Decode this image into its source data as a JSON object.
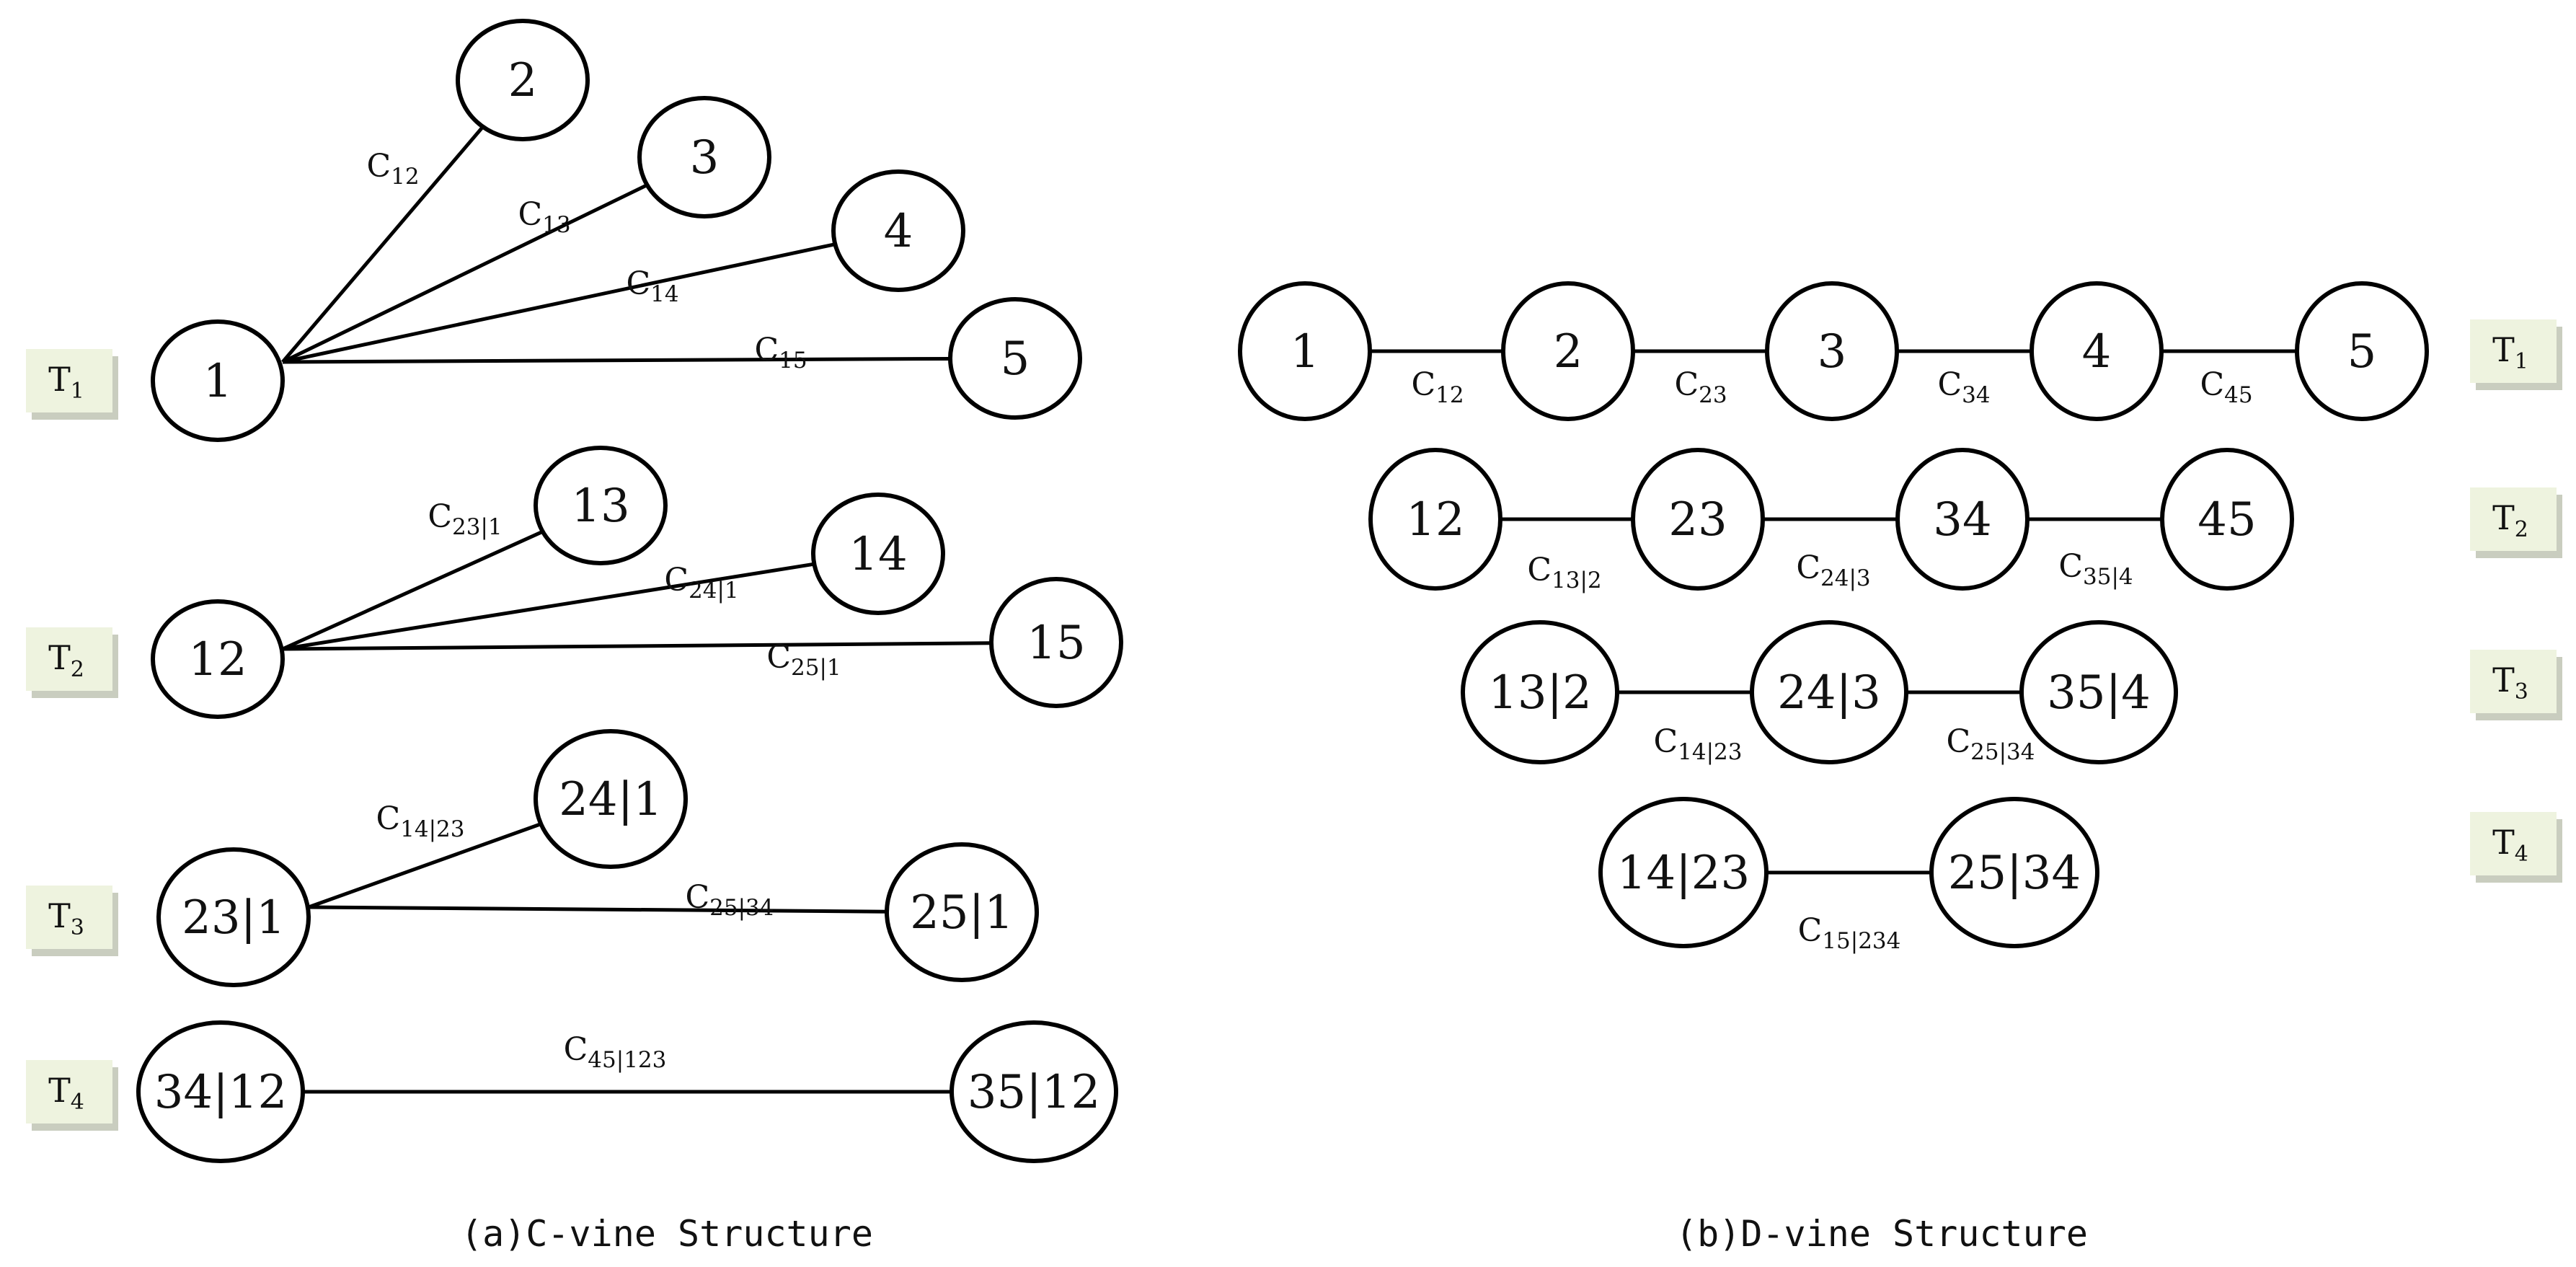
{
  "captions": {
    "c_vine": "(a)C-vine Structure",
    "d_vine": "(b)D-vine Structure"
  },
  "levels": [
    {
      "letter": "T",
      "sub": "1"
    },
    {
      "letter": "T",
      "sub": "2"
    },
    {
      "letter": "T",
      "sub": "3"
    },
    {
      "letter": "T",
      "sub": "4"
    }
  ],
  "c_vine": {
    "nodes": [
      {
        "id": "1",
        "label": "1"
      },
      {
        "id": "2",
        "label": "2"
      },
      {
        "id": "3",
        "label": "3"
      },
      {
        "id": "4",
        "label": "4"
      },
      {
        "id": "5",
        "label": "5"
      },
      {
        "id": "12",
        "label": "12"
      },
      {
        "id": "13",
        "label": "13"
      },
      {
        "id": "14",
        "label": "14"
      },
      {
        "id": "15",
        "label": "15"
      },
      {
        "id": "23g1",
        "label": "23|1"
      },
      {
        "id": "24g1",
        "label": "24|1"
      },
      {
        "id": "25g1",
        "label": "25|1"
      },
      {
        "id": "34g12",
        "label": "34|12"
      },
      {
        "id": "35g12",
        "label": "35|12"
      }
    ],
    "edges": [
      {
        "from": "1",
        "to": "2",
        "label": "C",
        "sub": "12"
      },
      {
        "from": "1",
        "to": "3",
        "label": "C",
        "sub": "13"
      },
      {
        "from": "1",
        "to": "4",
        "label": "C",
        "sub": "14"
      },
      {
        "from": "1",
        "to": "5",
        "label": "C",
        "sub": "15"
      },
      {
        "from": "12",
        "to": "13",
        "label": "C",
        "sub": "23|1"
      },
      {
        "from": "12",
        "to": "14",
        "label": "C",
        "sub": "24|1"
      },
      {
        "from": "12",
        "to": "15",
        "label": "C",
        "sub": "25|1"
      },
      {
        "from": "23g1",
        "to": "24g1",
        "label": "C",
        "sub": "14|23"
      },
      {
        "from": "23g1",
        "to": "25g1",
        "label": "C",
        "sub": "25|34"
      },
      {
        "from": "34g12",
        "to": "35g12",
        "label": "C",
        "sub": "45|123"
      }
    ]
  },
  "d_vine": {
    "nodes": [
      {
        "id": "1",
        "label": "1"
      },
      {
        "id": "2",
        "label": "2"
      },
      {
        "id": "3",
        "label": "3"
      },
      {
        "id": "4",
        "label": "4"
      },
      {
        "id": "5",
        "label": "5"
      },
      {
        "id": "12",
        "label": "12"
      },
      {
        "id": "23",
        "label": "23"
      },
      {
        "id": "34",
        "label": "34"
      },
      {
        "id": "45",
        "label": "45"
      },
      {
        "id": "13g2",
        "label": "13|2"
      },
      {
        "id": "24g3",
        "label": "24|3"
      },
      {
        "id": "35g4",
        "label": "35|4"
      },
      {
        "id": "14g23",
        "label": "14|23"
      },
      {
        "id": "25g34",
        "label": "25|34"
      }
    ],
    "edges": [
      {
        "from": "1",
        "to": "2",
        "label": "C",
        "sub": "12"
      },
      {
        "from": "2",
        "to": "3",
        "label": "C",
        "sub": "23"
      },
      {
        "from": "3",
        "to": "4",
        "label": "C",
        "sub": "34"
      },
      {
        "from": "4",
        "to": "5",
        "label": "C",
        "sub": "45"
      },
      {
        "from": "12",
        "to": "23",
        "label": "C",
        "sub": "13|2"
      },
      {
        "from": "23",
        "to": "34",
        "label": "C",
        "sub": "24|3"
      },
      {
        "from": "34",
        "to": "45",
        "label": "C",
        "sub": "35|4"
      },
      {
        "from": "13g2",
        "to": "24g3",
        "label": "C",
        "sub": "14|23"
      },
      {
        "from": "24g3",
        "to": "35g4",
        "label": "C",
        "sub": "25|34"
      },
      {
        "from": "14g23",
        "to": "25g34",
        "label": "C",
        "sub": "15|234"
      }
    ]
  }
}
